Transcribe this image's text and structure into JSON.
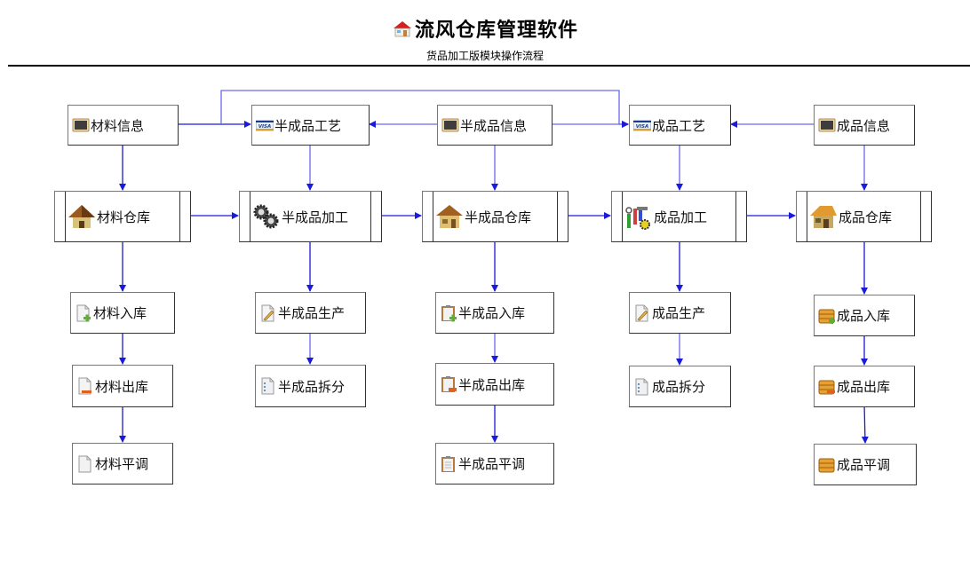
{
  "header": {
    "title": "流风仓库管理软件",
    "subtitle": "货品加工版模块操作流程",
    "logo_icon": "house-logo-icon"
  },
  "colors": {
    "connector": "#1a1adb",
    "connector_light": "#6666e8",
    "border": "#333333"
  },
  "nodes": {
    "material_info": {
      "label": "材料信息",
      "icon": "blackboard-icon"
    },
    "semi_process_tech": {
      "label": "半成品工艺",
      "icon": "visa-card-icon"
    },
    "semi_info": {
      "label": "半成品信息",
      "icon": "blackboard-icon"
    },
    "product_process_tech": {
      "label": "成品工艺",
      "icon": "visa-card-icon"
    },
    "product_info": {
      "label": "成品信息",
      "icon": "blackboard-icon"
    },
    "material_warehouse": {
      "label": "材料仓库",
      "icon": "hut-icon"
    },
    "semi_processing": {
      "label": "半成品加工",
      "icon": "gears-icon"
    },
    "semi_warehouse": {
      "label": "半成品仓库",
      "icon": "house-icon"
    },
    "product_processing": {
      "label": "成品加工",
      "icon": "tools-icon"
    },
    "product_warehouse": {
      "label": "成品仓库",
      "icon": "house-icon"
    },
    "material_in": {
      "label": "材料入库",
      "icon": "document-add-icon"
    },
    "semi_production": {
      "label": "半成品生产",
      "icon": "document-edit-icon"
    },
    "semi_in": {
      "label": "半成品入库",
      "icon": "clipboard-add-icon"
    },
    "product_production": {
      "label": "成品生产",
      "icon": "document-edit-icon"
    },
    "product_in": {
      "label": "成品入库",
      "icon": "chest-add-icon"
    },
    "material_out": {
      "label": "材料出库",
      "icon": "document-remove-icon"
    },
    "semi_split": {
      "label": "半成品拆分",
      "icon": "document-list-icon"
    },
    "semi_out": {
      "label": "半成品出库",
      "icon": "clipboard-remove-icon"
    },
    "product_split": {
      "label": "成品拆分",
      "icon": "document-list-icon"
    },
    "product_out": {
      "label": "成品出库",
      "icon": "chest-remove-icon"
    },
    "material_adjust": {
      "label": "材料平调",
      "icon": "document-icon"
    },
    "semi_adjust": {
      "label": "半成品平调",
      "icon": "clipboard-icon"
    },
    "product_adjust": {
      "label": "成品平调",
      "icon": "chest-icon"
    }
  },
  "edges": [
    {
      "from": "材料信息",
      "to": "半成品工艺"
    },
    {
      "from": "材料信息",
      "to": "成品工艺"
    },
    {
      "from": "半成品信息",
      "to": "半成品工艺"
    },
    {
      "from": "半成品信息",
      "to": "成品工艺"
    },
    {
      "from": "成品信息",
      "to": "成品工艺"
    },
    {
      "from": "材料信息",
      "to": "材料仓库"
    },
    {
      "from": "半成品工艺",
      "to": "半成品加工"
    },
    {
      "from": "半成品信息",
      "to": "半成品仓库"
    },
    {
      "from": "成品工艺",
      "to": "成品加工"
    },
    {
      "from": "成品信息",
      "to": "成品仓库"
    },
    {
      "from": "材料仓库",
      "to": "半成品加工"
    },
    {
      "from": "半成品加工",
      "to": "半成品仓库"
    },
    {
      "from": "半成品仓库",
      "to": "成品加工"
    },
    {
      "from": "成品加工",
      "to": "成品仓库"
    },
    {
      "from": "材料仓库",
      "to": "材料入库"
    },
    {
      "from": "材料入库",
      "to": "材料出库"
    },
    {
      "from": "材料出库",
      "to": "材料平调"
    },
    {
      "from": "半成品加工",
      "to": "半成品生产"
    },
    {
      "from": "半成品生产",
      "to": "半成品拆分"
    },
    {
      "from": "半成品仓库",
      "to": "半成品入库"
    },
    {
      "from": "半成品入库",
      "to": "半成品出库"
    },
    {
      "from": "半成品出库",
      "to": "半成品平调"
    },
    {
      "from": "成品加工",
      "to": "成品生产"
    },
    {
      "from": "成品生产",
      "to": "成品拆分"
    },
    {
      "from": "成品仓库",
      "to": "成品入库"
    },
    {
      "from": "成品入库",
      "to": "成品出库"
    },
    {
      "from": "成品出库",
      "to": "成品平调"
    }
  ]
}
